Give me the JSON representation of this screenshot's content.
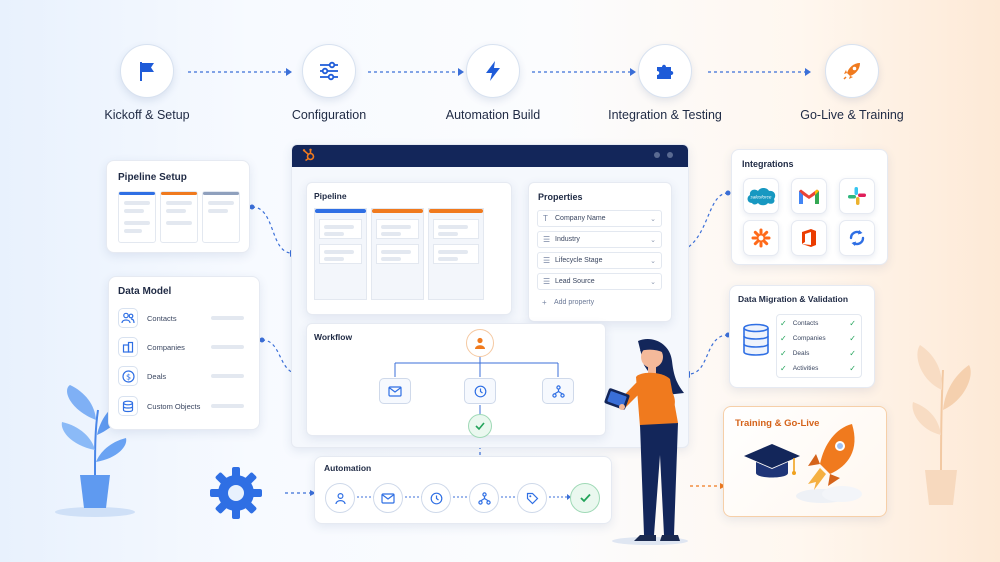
{
  "steps": [
    {
      "label": "Kickoff & Setup",
      "icon": "flag-icon",
      "color": "#1e5bd8"
    },
    {
      "label": "Configuration",
      "icon": "sliders-icon",
      "color": "#1e5bd8"
    },
    {
      "label": "Automation Build",
      "icon": "lightning-icon",
      "color": "#1e5bd8"
    },
    {
      "label": "Integration & Testing",
      "icon": "puzzle-icon",
      "color": "#1e5bd8"
    },
    {
      "label": "Go-Live & Training",
      "icon": "rocket-icon",
      "color": "#f07a1e"
    }
  ],
  "pipeline_setup": {
    "title": "Pipeline Setup"
  },
  "data_model": {
    "title": "Data Model",
    "items": [
      "Contacts",
      "Companies",
      "Deals",
      "Custom Objects"
    ]
  },
  "dashboard": {
    "pipeline_title": "Pipeline",
    "properties_title": "Properties",
    "properties": [
      "Company Name",
      "Industry",
      "Lifecycle Stage",
      "Lead Source"
    ],
    "add_property": "Add property",
    "workflow_title": "Workflow"
  },
  "automation": {
    "title": "Automation"
  },
  "integrations": {
    "title": "Integrations",
    "salesforce": "salesforce"
  },
  "migration": {
    "title": "Data Migration & Validation",
    "items": [
      "Contacts",
      "Companies",
      "Deals",
      "Activities"
    ]
  },
  "training": {
    "title": "Training & Go-Live"
  },
  "colors": {
    "blue": "#1e5bd8",
    "navy": "#13265a",
    "orange": "#f07a1e",
    "gray": "#8fa0bd",
    "green": "#22a35a"
  }
}
